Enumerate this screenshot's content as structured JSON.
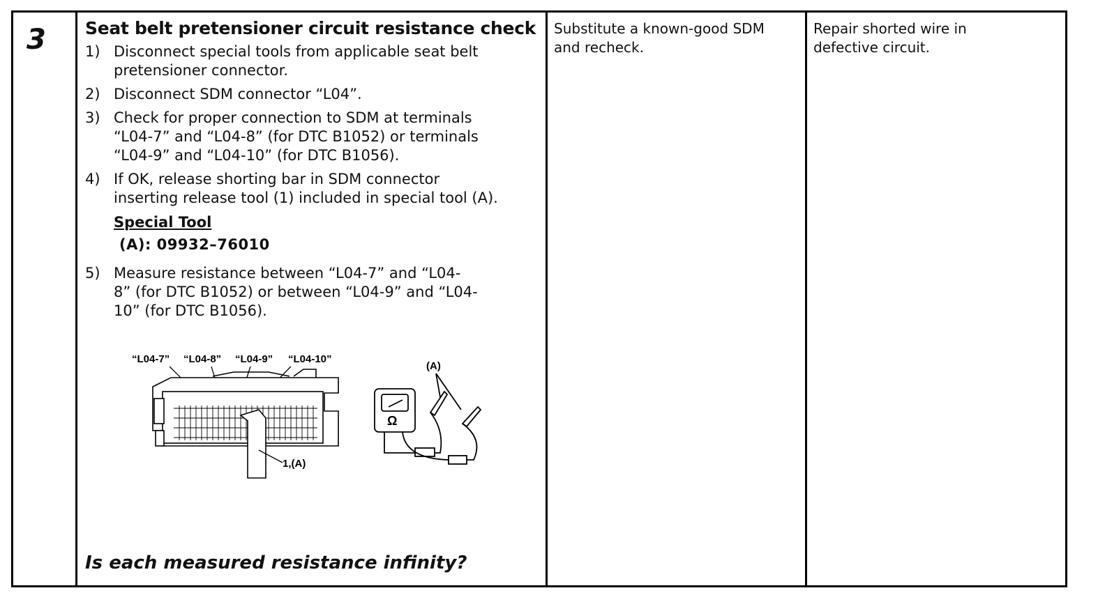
{
  "step_number": "3",
  "title": "Seat belt pretensioner circuit resistance check",
  "steps": [
    {
      "num": "1)",
      "text": "Disconnect special tools from applicable seat belt\npretensioner connector."
    },
    {
      "num": "2)",
      "text": "Disconnect SDM connector “L04”."
    },
    {
      "num": "3)",
      "text": "Check for proper connection to SDM at terminals\n“L04-7” and “L04-8” (for DTC B1052) or terminals\n“L04-9” and “L04-10” (for DTC B1056)."
    },
    {
      "num": "4)",
      "text": "If OK, release shorting bar in SDM connector\ninserting release tool (1) included in special tool (A)."
    },
    {
      "num": "5)",
      "text": "Measure resistance between “L04-7” and “L04-\n8” (for DTC B1052) or between “L04-9” and “L04-\n10” (for DTC B1056)."
    }
  ],
  "special_tool": {
    "title": "Special Tool",
    "value": "(A):  09932–76010"
  },
  "figure": {
    "terminal_labels": [
      "“L04-7”",
      "“L04-8”",
      "“L04-9”",
      "“L04-10”"
    ],
    "tool_label": "(A)",
    "release_tool_label": "1,(A)",
    "meter_symbol": "Ω"
  },
  "question": "Is each measured resistance infinity?",
  "yes_action": "Substitute a known-good SDM\nand recheck.",
  "no_action": "Repair shorted wire in\ndefective circuit."
}
